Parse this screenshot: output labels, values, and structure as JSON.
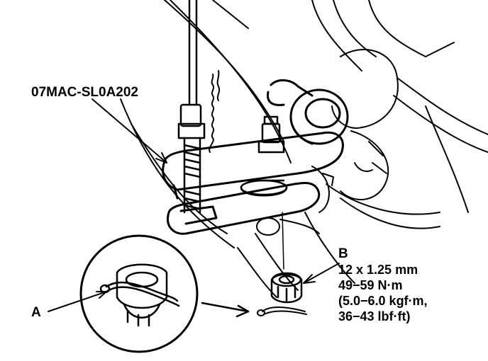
{
  "figure": {
    "tool_label": "07MAC-SL0A202",
    "callout_a": "A",
    "callout_b": "B",
    "nut_spec": {
      "thread": "12 x 1.25 mm",
      "torque_nm": "49−59 N·m",
      "torque_kgfm": "(5.0−6.0 kgf·m,",
      "torque_lbfft": "36−43 lbf·ft)"
    }
  }
}
